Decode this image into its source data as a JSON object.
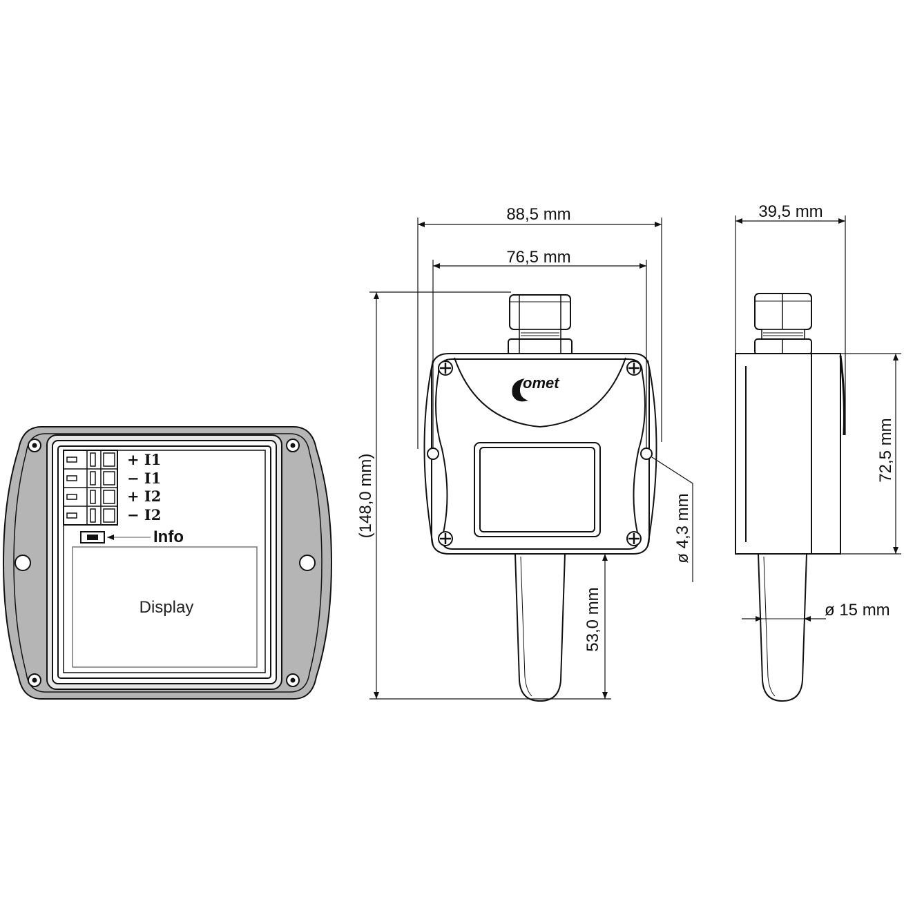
{
  "terminals": [
    {
      "label": "+ I1"
    },
    {
      "label": "− I1"
    },
    {
      "label": "+ I2"
    },
    {
      "label": "− I2"
    }
  ],
  "info_label": "Info",
  "display_label": "Display",
  "logo_text": "omet",
  "dimensions": {
    "overall_width": "88,5 mm",
    "mount_spacing": "76,5 mm",
    "overall_height": "(148,0 mm)",
    "probe_length": "53,0 mm",
    "hole_diameter": "ø 4,3 mm",
    "depth": "39,5 mm",
    "body_height": "72,5 mm",
    "probe_diameter": "ø 15 mm"
  },
  "colors": {
    "housing_grey": "#b5b5b5",
    "line": "#111111"
  }
}
